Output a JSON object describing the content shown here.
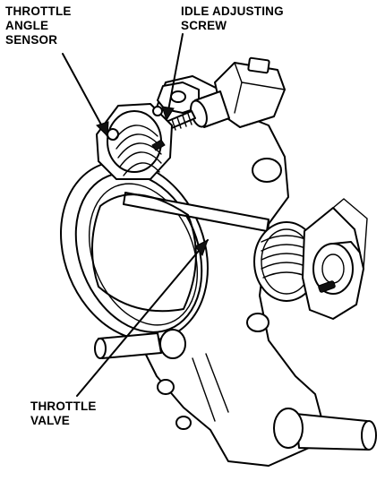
{
  "diagram": {
    "labels": {
      "throttle_angle_sensor": [
        "THROTTLE",
        "ANGLE",
        "SENSOR"
      ],
      "idle_adjusting_screw": [
        "IDLE ADJUSTING",
        "SCREW"
      ],
      "throttle_valve": [
        "THROTTLE",
        "VALVE"
      ]
    }
  }
}
